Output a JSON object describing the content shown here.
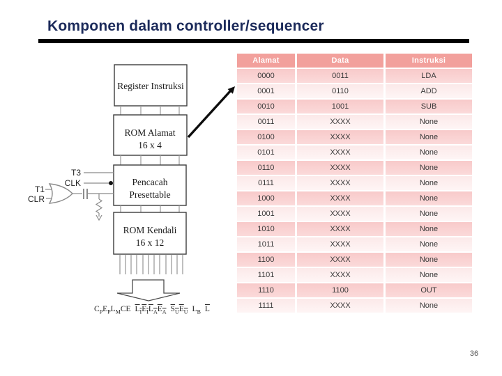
{
  "slide": {
    "title": "Komponen dalam controller/sequencer",
    "page_number": "36"
  },
  "colors": {
    "title_text": "#1b2a5a",
    "title_underline": "#000000",
    "table_header_bg": "#f2a09c",
    "table_header_text": "#ffffff",
    "table_row_odd_bg": "#f9cece",
    "table_row_even_bg": "#fcebeb",
    "table_cell_text": "#3a3a3a"
  },
  "table": {
    "columns": [
      "Alamat",
      "Data",
      "Instruksi"
    ],
    "rows": [
      [
        "0000",
        "0011",
        "LDA"
      ],
      [
        "0001",
        "0110",
        "ADD"
      ],
      [
        "0010",
        "1001",
        "SUB"
      ],
      [
        "0011",
        "XXXX",
        "None"
      ],
      [
        "0100",
        "XXXX",
        "None"
      ],
      [
        "0101",
        "XXXX",
        "None"
      ],
      [
        "0110",
        "XXXX",
        "None"
      ],
      [
        "0111",
        "XXXX",
        "None"
      ],
      [
        "1000",
        "XXXX",
        "None"
      ],
      [
        "1001",
        "XXXX",
        "None"
      ],
      [
        "1010",
        "XXXX",
        "None"
      ],
      [
        "1011",
        "XXXX",
        "None"
      ],
      [
        "1100",
        "XXXX",
        "None"
      ],
      [
        "1101",
        "XXXX",
        "None"
      ],
      [
        "1110",
        "1100",
        "OUT"
      ],
      [
        "1111",
        "XXXX",
        "None"
      ]
    ]
  },
  "diagram": {
    "boxes": {
      "register_instruksi": {
        "line1": "Register Instruksi"
      },
      "rom_alamat": {
        "line1": "ROM Alamat",
        "line2": "16 x 4"
      },
      "pencacah": {
        "line1": "Pencacah",
        "line2": "Presettable"
      },
      "rom_kendali": {
        "line1": "ROM Kendali",
        "line2": "16 x 12"
      }
    },
    "signal_labels": {
      "t3": "T3",
      "clk": "CLK",
      "t1": "T1",
      "clr": "CLR"
    },
    "control_word": {
      "groups": [
        {
          "overline": false,
          "tokens": [
            [
              "C",
              "P"
            ],
            [
              "E",
              "P"
            ],
            [
              "L",
              "M"
            ],
            [
              "CE",
              ""
            ]
          ]
        },
        {
          "overline": true,
          "tokens": [
            [
              "L",
              "I"
            ],
            [
              "E",
              "I"
            ],
            [
              "L",
              "A"
            ],
            [
              "E",
              "A"
            ]
          ]
        },
        {
          "overline": true,
          "tokens": [
            [
              "S",
              "U"
            ],
            [
              "E",
              "U"
            ]
          ]
        },
        {
          "overline": false,
          "tokens": [
            [
              "L",
              "B"
            ]
          ]
        },
        {
          "overline": true,
          "tokens": [
            [
              "L",
              ""
            ]
          ]
        }
      ]
    }
  }
}
